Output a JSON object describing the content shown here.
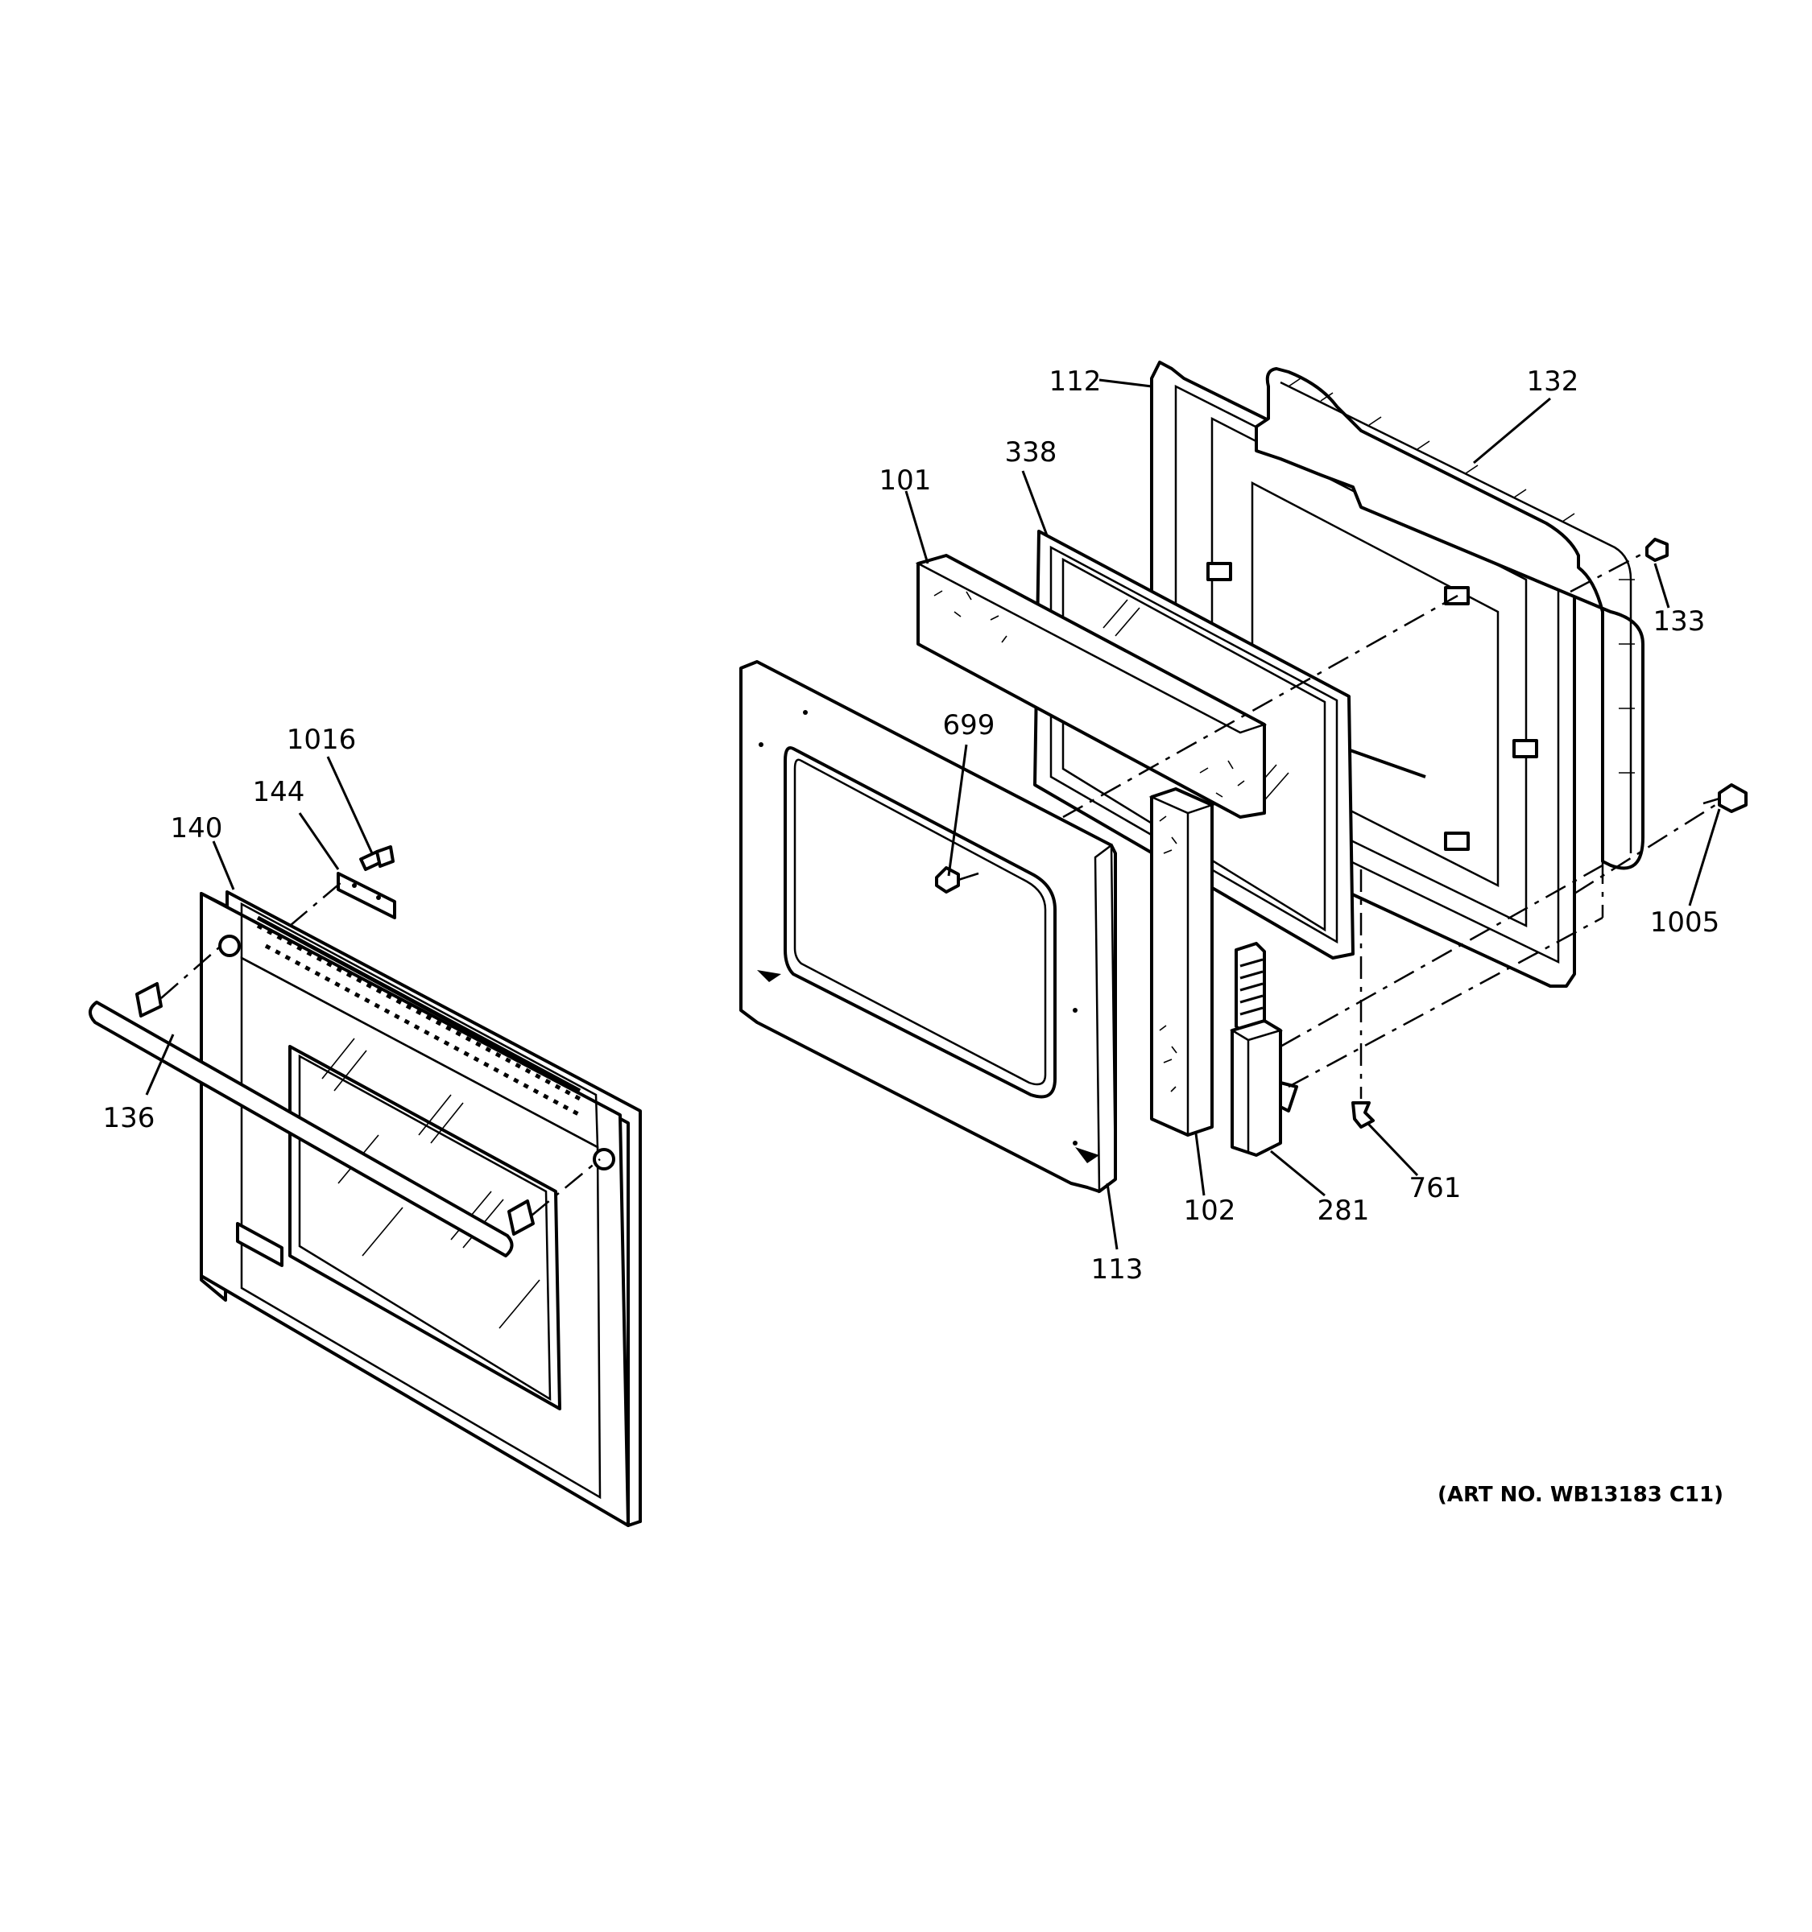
{
  "diagram": {
    "callouts": [
      {
        "id": "c112",
        "text": "112"
      },
      {
        "id": "c132",
        "text": "132"
      },
      {
        "id": "c338",
        "text": "338"
      },
      {
        "id": "c101",
        "text": "101"
      },
      {
        "id": "c133",
        "text": "133"
      },
      {
        "id": "c699",
        "text": "699"
      },
      {
        "id": "c1016",
        "text": "1016"
      },
      {
        "id": "c144",
        "text": "144"
      },
      {
        "id": "c140",
        "text": "140"
      },
      {
        "id": "c1005",
        "text": "1005"
      },
      {
        "id": "c136",
        "text": "136"
      },
      {
        "id": "c761",
        "text": "761"
      },
      {
        "id": "c102",
        "text": "102"
      },
      {
        "id": "c281",
        "text": "281"
      },
      {
        "id": "c113",
        "text": "113"
      }
    ],
    "art_number": "(ART NO. WB13183 C11)"
  }
}
